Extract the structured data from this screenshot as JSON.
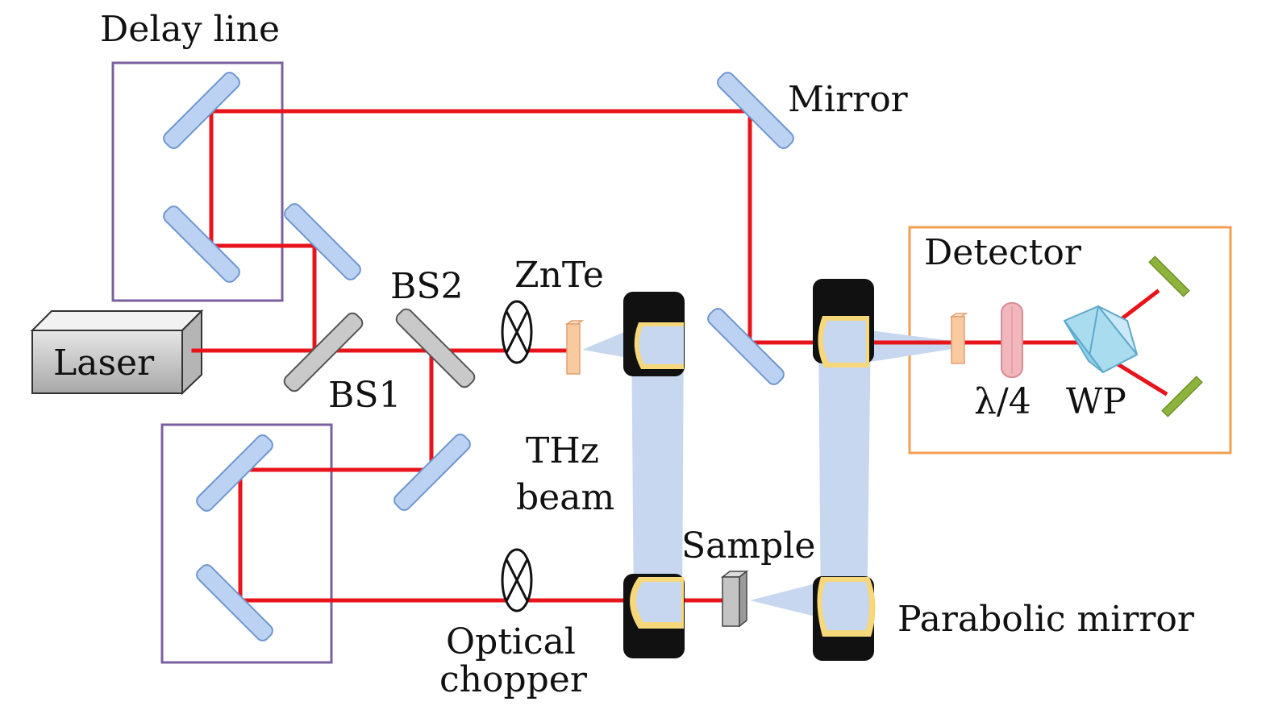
{
  "labels": {
    "delay_line": "Delay line",
    "mirror": "Mirror",
    "detector": "Detector",
    "laser": "Laser",
    "bs1": "BS1",
    "bs2": "BS2",
    "znte": "ZnTe",
    "thz_line1": "THz",
    "thz_line2": "beam",
    "sample": "Sample",
    "optical_line1": "Optical",
    "optical_line2": "chopper",
    "parabolic_mirror": "Parabolic mirror",
    "quarter_wave": "λ/4",
    "wp": "WP"
  },
  "colors": {
    "laser_beam": "#e8141c",
    "thz_beam": "#c6d7ef",
    "mirror_fill": "#bcd2f2",
    "beam_splitter": "#c9c9c9",
    "delay_box": "#7b60a0",
    "detector_box": "#f0a050",
    "parabolic_body": "#111111",
    "parabolic_face": "#f6d77a",
    "znte_crystal": "#f9c9a0",
    "waveplate": "#f2b6bd",
    "wollaston_prism": "#a9dcef",
    "photodiode": "#8cb43c"
  }
}
